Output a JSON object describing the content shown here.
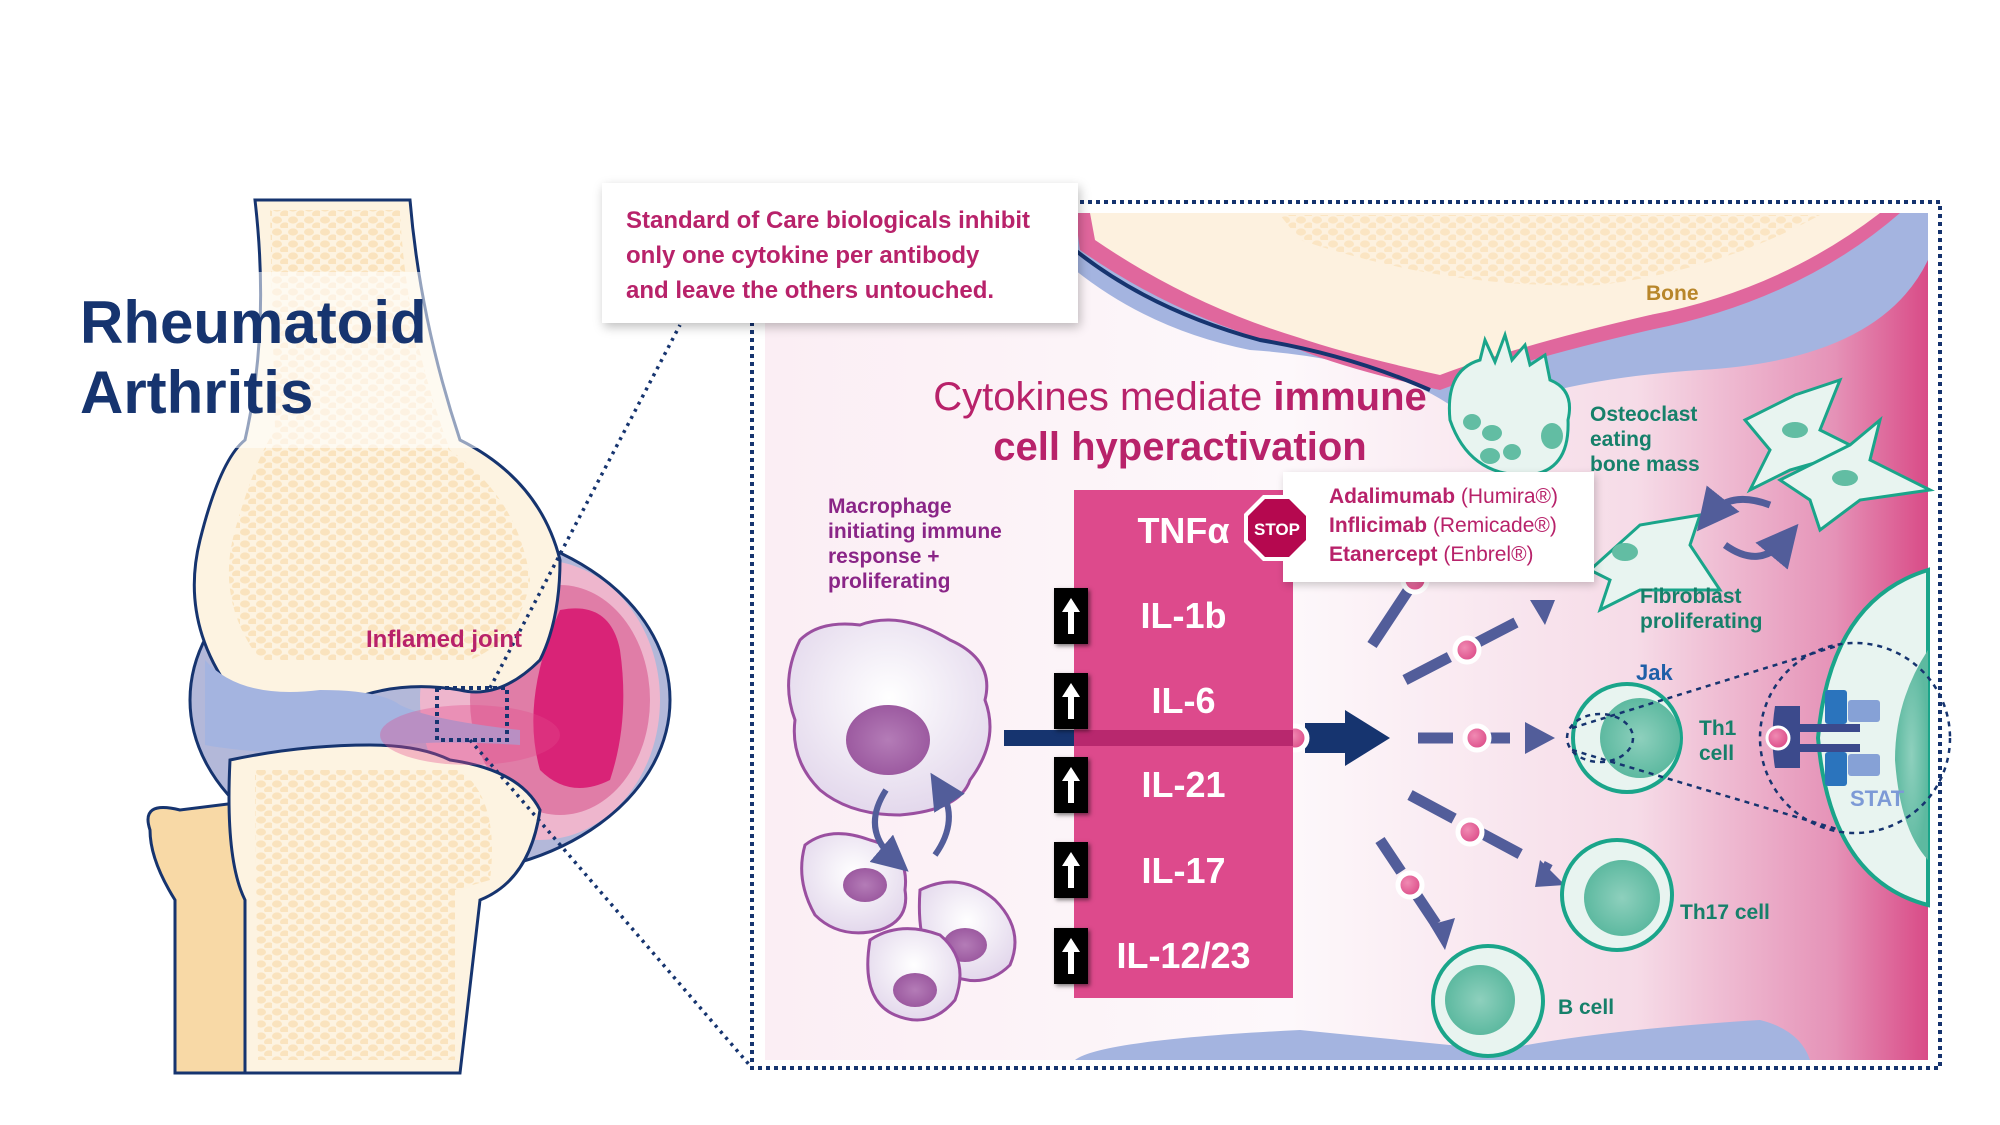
{
  "title": {
    "line1": "Rheumatoid",
    "line2": "Arthritis"
  },
  "joint_label": "Inflamed joint",
  "callout": {
    "lines": [
      "Standard of Care biologicals inhibit",
      "only one cytokine per antibody",
      "and leave the others untouched."
    ]
  },
  "heading": {
    "normal": "Cytokines mediate ",
    "bold1": "immune",
    "line2": "cell hyperactivation"
  },
  "macrophage_label": [
    "Macrophage",
    "initiating immune",
    "response +",
    "proliferating"
  ],
  "cytokines": [
    {
      "label": "TNFα",
      "up_arrow": false
    },
    {
      "label": "IL-1b",
      "up_arrow": true
    },
    {
      "label": "IL-6",
      "up_arrow": true
    },
    {
      "label": "IL-21",
      "up_arrow": true
    },
    {
      "label": "IL-17",
      "up_arrow": true
    },
    {
      "label": "IL-12/23",
      "up_arrow": true
    }
  ],
  "stop_sign": "STOP",
  "drugs": [
    {
      "name": "Adalimumab",
      "brand": "(Humira®)"
    },
    {
      "name": "Inflicimab",
      "brand": "(Remicade®)"
    },
    {
      "name": "Etanercept",
      "brand": "(Enbrel®)"
    }
  ],
  "labels": {
    "bone": "Bone",
    "osteoclast": [
      "Osteoclast",
      "eating",
      "bone mass"
    ],
    "fibroblast": [
      "Fibroblast",
      "proliferating"
    ],
    "th1": [
      "Th1",
      "cell"
    ],
    "th17": "Th17 cell",
    "bcell": "B cell",
    "jak": "Jak",
    "stat": "STAT"
  },
  "colors": {
    "navy": "#16346f",
    "magenta": "#b8226a",
    "cytokine_box": "#dd4a8c",
    "teal": "#16806a",
    "purple": "#8a2587",
    "arrow": "#525d9a"
  }
}
